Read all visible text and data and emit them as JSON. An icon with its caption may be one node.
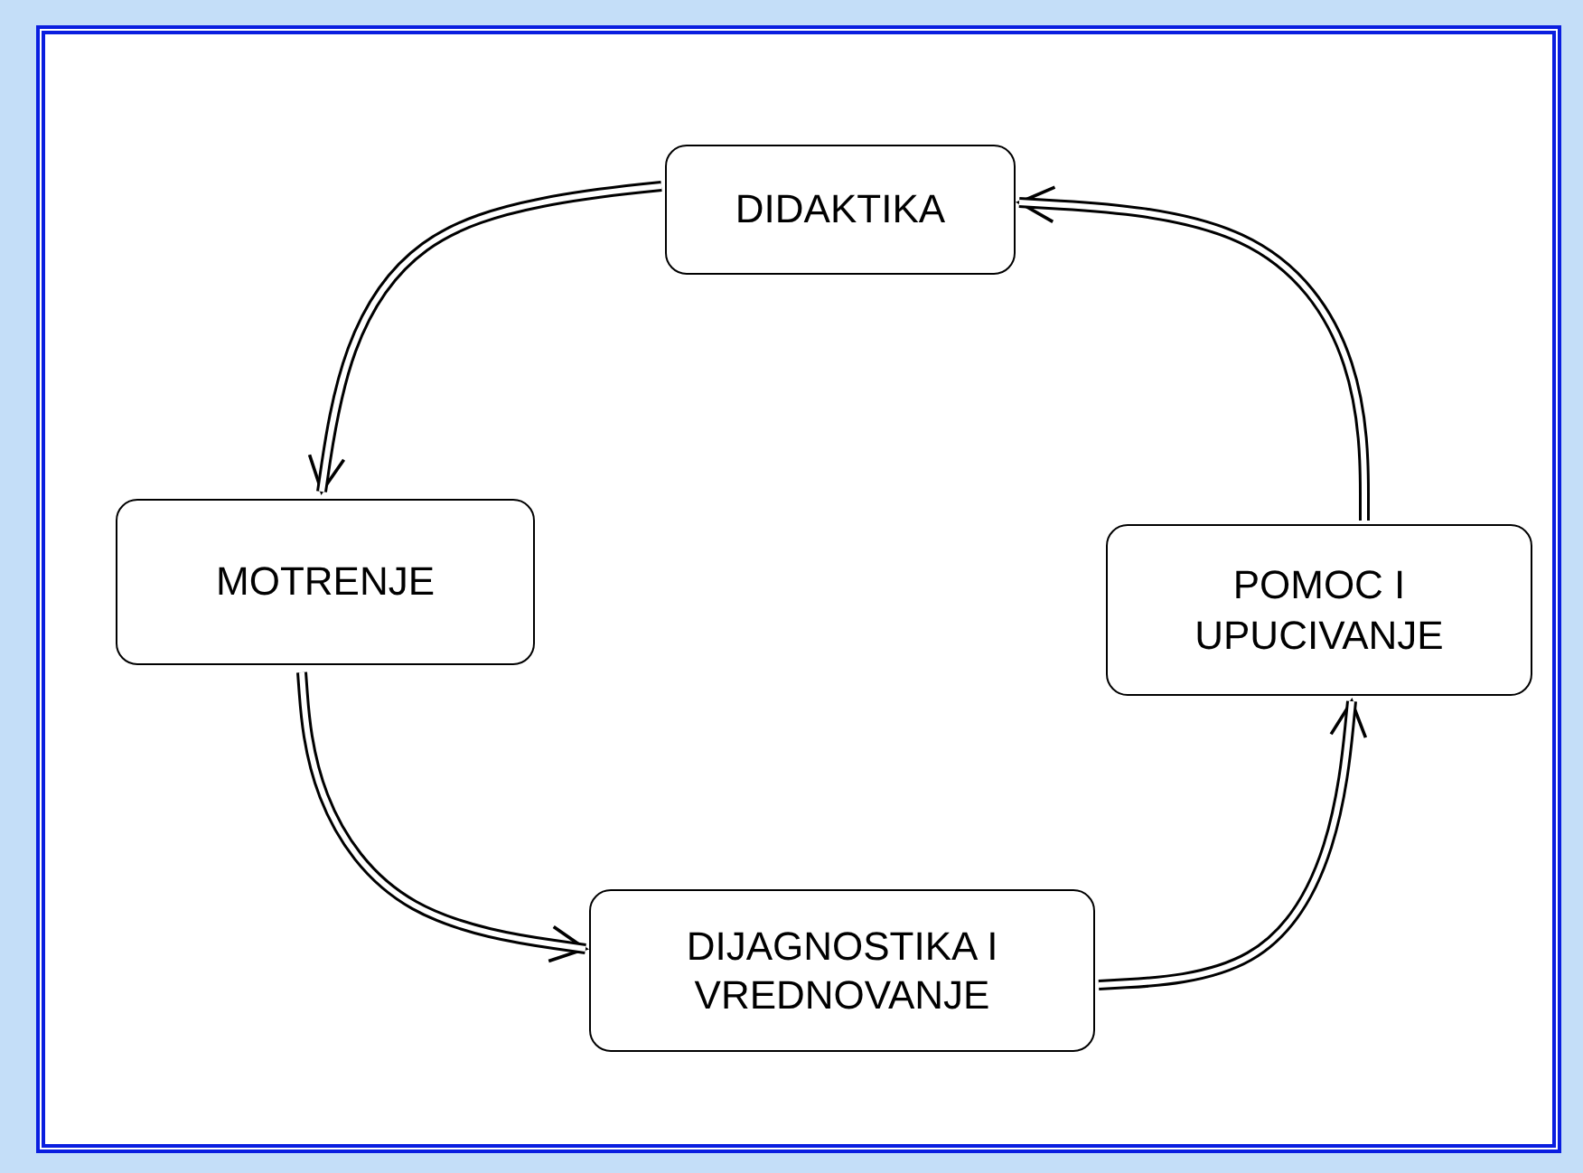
{
  "diagram": {
    "nodes": [
      {
        "text": [
          "DIDAKTIKA"
        ]
      },
      {
        "text": [
          "MOTRENJE"
        ]
      },
      {
        "text": [
          "POMOC I UPUCIVANJE"
        ]
      },
      {
        "text": [
          "DIJAGNOSTIKA I VREDNOVANJE"
        ]
      }
    ],
    "edges": [
      {
        "from": 0,
        "to": 1,
        "arrow": "to"
      },
      {
        "from": 1,
        "to": 3,
        "arrow": "to"
      },
      {
        "from": 3,
        "to": 2,
        "arrow": "to"
      },
      {
        "from": 2,
        "to": 0,
        "arrow": "to"
      }
    ]
  }
}
